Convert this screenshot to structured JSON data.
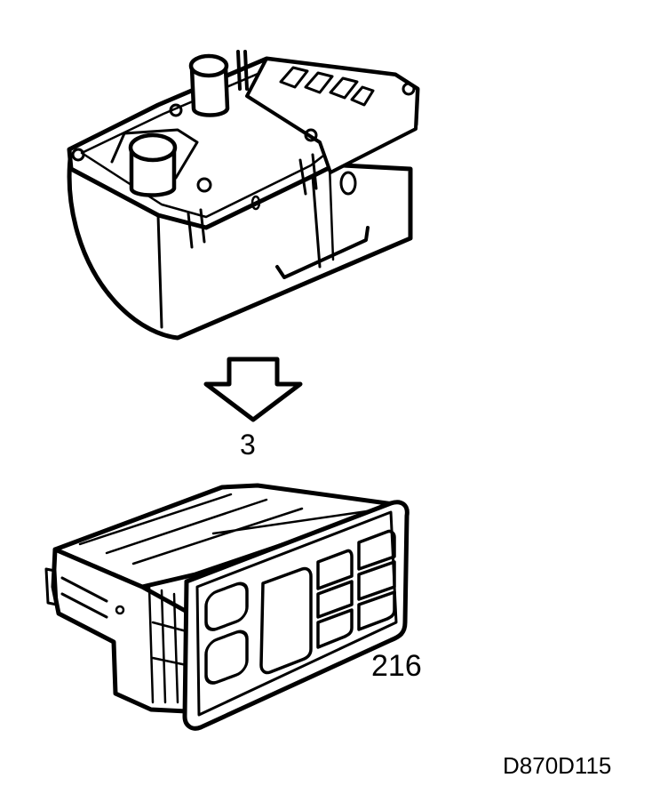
{
  "labels": {
    "step": "3",
    "part": "216",
    "reference": "D870D115"
  }
}
